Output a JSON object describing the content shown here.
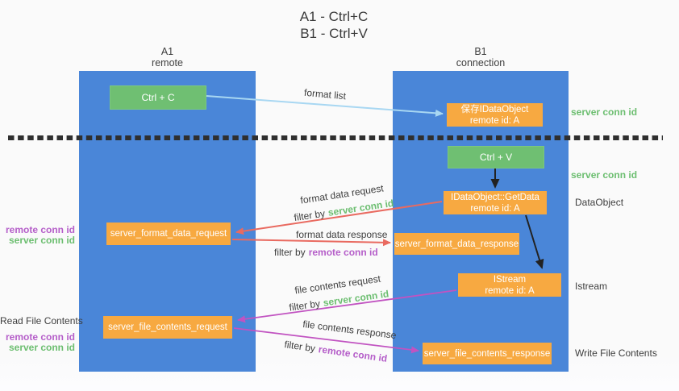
{
  "title": {
    "line1": "A1 - Ctrl+C",
    "line2": "B1 - Ctrl+V"
  },
  "columns": [
    {
      "label_top": "A1",
      "label_bottom": "remote"
    },
    {
      "label_top": "B1",
      "label_bottom": "connection"
    }
  ],
  "nodes": {
    "ctrl_c": {
      "label": "Ctrl + C"
    },
    "ctrl_v": {
      "label": "Ctrl + V"
    },
    "save_dataobject": {
      "line1": "保存IDataObject",
      "line2": "remote id: A"
    },
    "getdata": {
      "line1": "IDataObject::GetData",
      "line2": "remote id: A"
    },
    "istream": {
      "line1": "IStream",
      "line2": "remote id: A"
    },
    "format_request": {
      "label": "server_format_data_request"
    },
    "format_response": {
      "label": "server_format_data_response"
    },
    "file_request": {
      "label": "server_file_contents_request"
    },
    "file_response": {
      "label": "server_file_contents_response"
    }
  },
  "flows": {
    "format_list": {
      "label": "format list"
    },
    "format_data_request": {
      "label": "format data request",
      "filter_prefix": "filter by",
      "filter_key": "server conn id"
    },
    "format_data_response": {
      "label": "format data response",
      "filter_prefix": "filter by",
      "filter_key": "remote conn id"
    },
    "file_contents_request": {
      "label": "file contents request",
      "filter_prefix": "filter by",
      "filter_key": "server conn id"
    },
    "file_contents_response": {
      "label": "file contents response",
      "filter_prefix": "filter by",
      "filter_key": "remote conn id"
    }
  },
  "side_labels": {
    "left_top": {
      "remote_conn": "remote conn id",
      "server_conn": "server conn id"
    },
    "left_bottom": {
      "read_file": "Read File Contents",
      "remote_conn": "remote conn id",
      "server_conn": "server conn id"
    },
    "right": {
      "server_conn_top": "server conn id",
      "server_conn_mid": "server conn id",
      "dataobject": "DataObject",
      "istream": "Istream",
      "write_file": "Write File Contents"
    }
  },
  "colors": {
    "column_blue": "#4a86d8",
    "box_green": "#6fbf72",
    "box_orange": "#f7a941",
    "arrow_lightblue": "#a8d7f2",
    "arrow_red": "#e96a60",
    "arrow_magenta": "#c153c1",
    "arrow_black": "#222222",
    "label_green": "#6cbe70",
    "label_purple": "#b55ec9",
    "label_gray": "#3d3d3d"
  }
}
